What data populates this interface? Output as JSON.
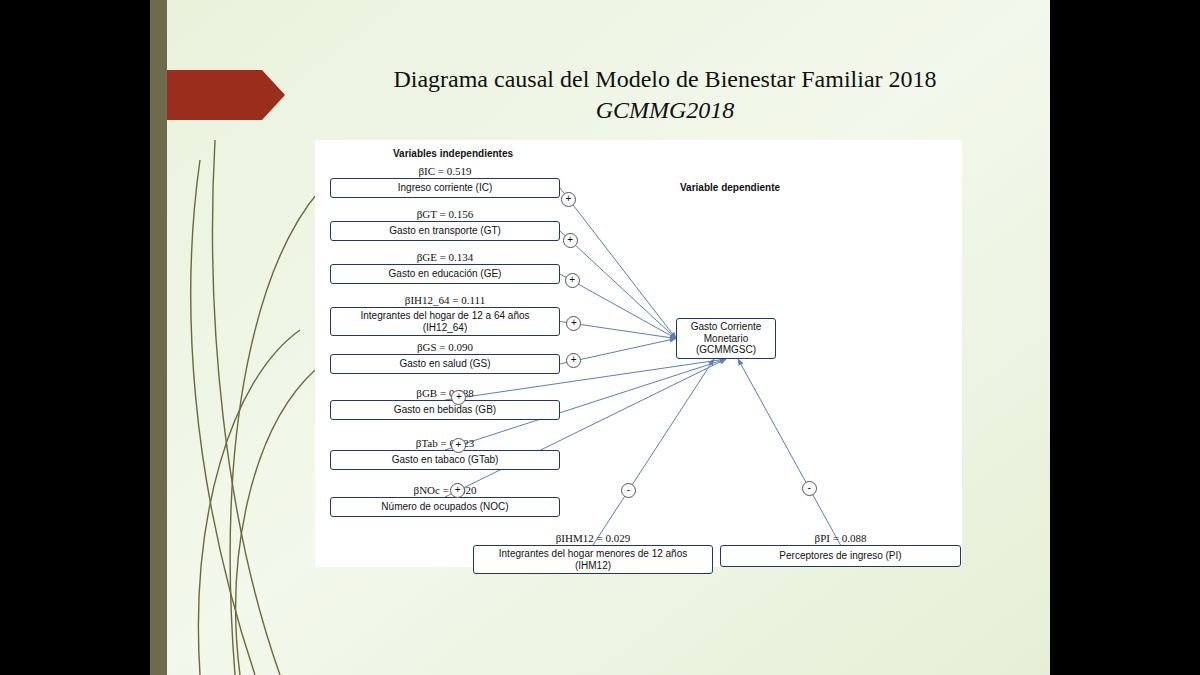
{
  "diagram": {
    "title": "Diagrama causal del Modelo de Bienestar Familiar 2018",
    "nodes": [
      {
        "text": [
          "βIC = 0.519",
          "Ingreso corriente (IC)"
        ]
      },
      {
        "text": [
          "βGT = 0.156",
          "Gasto en transporte (GT)"
        ]
      },
      {
        "text": [
          "βGE = 0.134",
          "Gasto en educación (GE)"
        ]
      },
      {
        "text": [
          "βIH12_64 = 0.111",
          "Integrantes del hogar de 12 a 64 años (IH12_64)"
        ]
      },
      {
        "text": [
          "βGS = 0.090",
          "Gasto en salud (GS)"
        ]
      },
      {
        "text": [
          "βGB = 0.088",
          "Gasto en bebidas (GB)"
        ]
      },
      {
        "text": [
          "βTab = 0.023",
          "Gasto en tabaco (GTab)"
        ]
      },
      {
        "text": [
          "βNOc = 0.020",
          "Número de ocupados (NOC)"
        ]
      },
      {
        "text": [
          "Gasto Corriente Monetario (GCMMGSC)"
        ]
      },
      {
        "text": [
          "βIHM12 = 0.029",
          "Integrantes del hogar menores de 12 años (IHM12)"
        ]
      },
      {
        "text": [
          "βPI = 0.088",
          "Perceptores de ingreso (PI)"
        ]
      }
    ],
    "edges": [
      {
        "from": 0,
        "to": 8,
        "arrow": "to",
        "label": "+"
      },
      {
        "from": 1,
        "to": 8,
        "arrow": "to",
        "label": "+"
      },
      {
        "from": 2,
        "to": 8,
        "arrow": "to",
        "label": "+"
      },
      {
        "from": 3,
        "to": 8,
        "arrow": "to",
        "label": "+"
      },
      {
        "from": 4,
        "to": 8,
        "arrow": "to",
        "label": "+"
      },
      {
        "from": 5,
        "to": 8,
        "arrow": "to",
        "label": "+"
      },
      {
        "from": 6,
        "to": 8,
        "arrow": "to",
        "label": "+"
      },
      {
        "from": 7,
        "to": 8,
        "arrow": "to",
        "label": "+"
      },
      {
        "from": 9,
        "to": 8,
        "arrow": "to",
        "label": "-"
      },
      {
        "from": 10,
        "to": 8,
        "arrow": "to",
        "label": "-"
      }
    ],
    "labels": [
      "GCMMG2018",
      "Variables independientes",
      "Variable dependiente"
    ]
  }
}
